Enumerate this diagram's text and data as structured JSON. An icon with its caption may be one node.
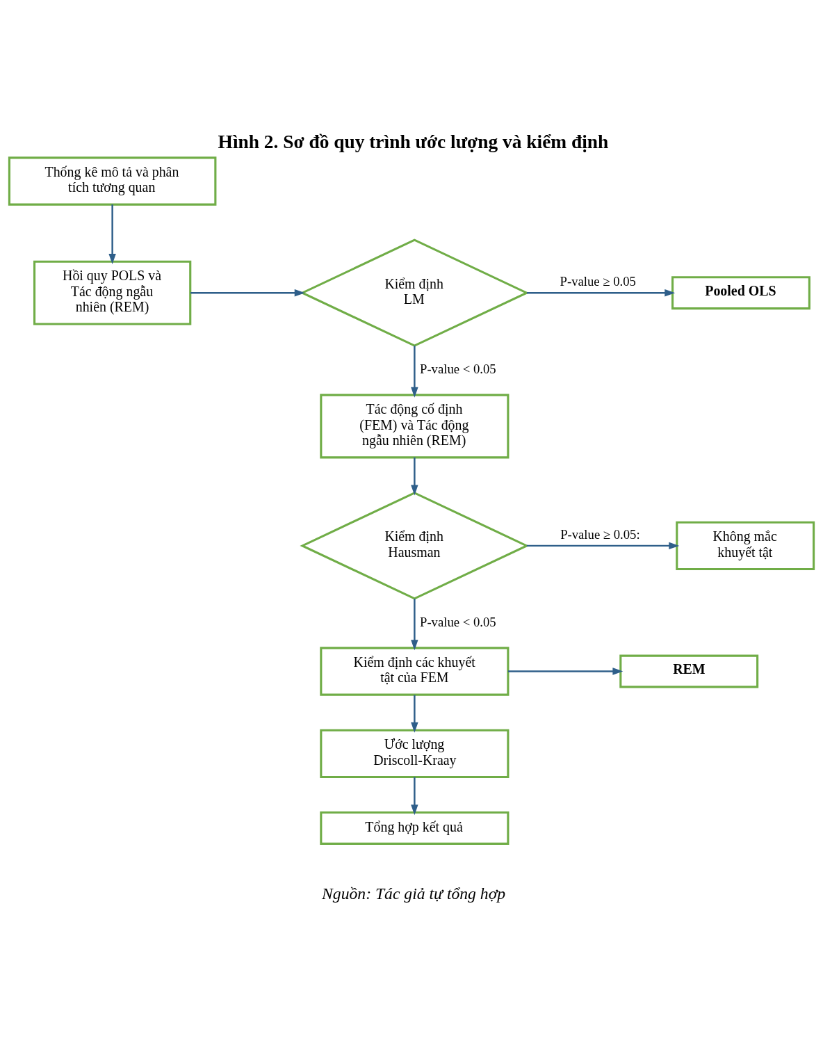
{
  "diagram": {
    "title": "Hình 2. Sơ đồ quy trình ước lượng và kiểm định",
    "caption": "Nguồn: Tác giả tự tổng hợp",
    "nodes": [
      {
        "text": [
          "Thống kê mô tả và phân tích tương quan"
        ]
      },
      {
        "text": [
          "Hồi quy POLS và Tác động ngẫu nhiên (REM)"
        ]
      },
      {
        "text": [
          "Kiểm định LM"
        ]
      },
      {
        "text": [
          "Pooled OLS"
        ]
      },
      {
        "text": [
          "Tác động cố định (FEM) và Tác động ngẫu nhiên (REM)"
        ]
      },
      {
        "text": [
          "Kiểm định Hausman"
        ]
      },
      {
        "text": [
          "Không mắc khuyết tật"
        ]
      },
      {
        "text": [
          "Kiểm định các khuyết tật của FEM"
        ]
      },
      {
        "text": [
          "REM"
        ]
      },
      {
        "text": [
          "Ước lượng Driscoll-Kraay"
        ]
      },
      {
        "text": [
          "Tổng hợp kết quả"
        ]
      }
    ],
    "edges": [
      {
        "from": 0,
        "to": 1,
        "arrow": "to"
      },
      {
        "from": 1,
        "to": 2,
        "arrow": "to"
      },
      {
        "from": 2,
        "to": 3,
        "arrow": "to",
        "label": "P-value ≥ 0.05"
      },
      {
        "from": 2,
        "to": 4,
        "arrow": "to",
        "label": "P-value < 0.05"
      },
      {
        "from": 4,
        "to": 5,
        "arrow": "to"
      },
      {
        "from": 5,
        "to": 6,
        "arrow": "to",
        "label": "P-value ≥ 0.05:"
      },
      {
        "from": 5,
        "to": 7,
        "arrow": "to",
        "label": "P-value < 0.05"
      },
      {
        "from": 7,
        "to": 8,
        "arrow": "to"
      },
      {
        "from": 7,
        "to": 9,
        "arrow": "to"
      },
      {
        "from": 9,
        "to": 10,
        "arrow": "to"
      }
    ]
  }
}
